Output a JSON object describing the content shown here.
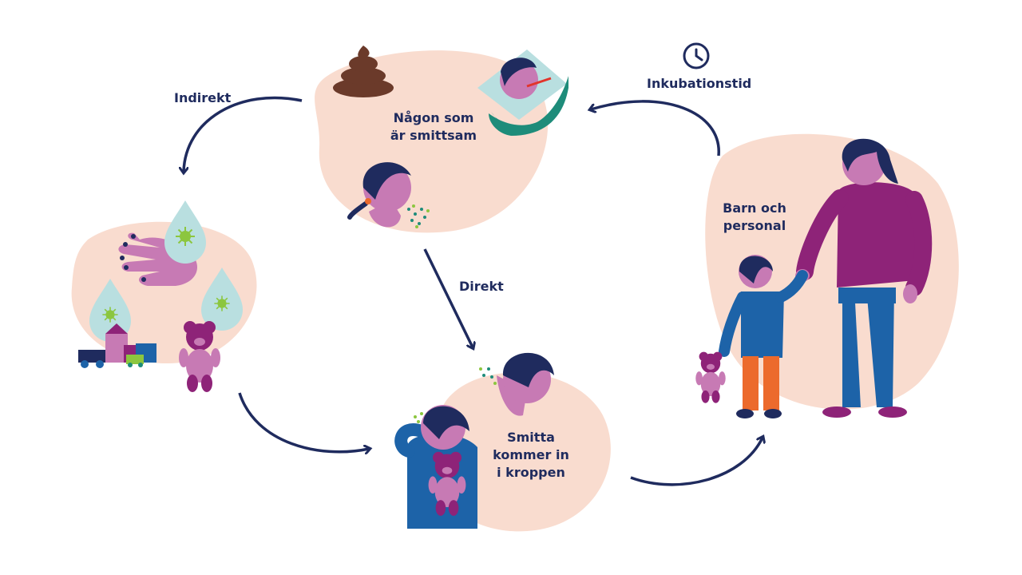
{
  "colors": {
    "blob": "#f9dccf",
    "navy": "#1f2b5e",
    "purple": "#8e2378",
    "pink": "#c77ab4",
    "blue": "#1d63a8",
    "orange": "#ec6a2c",
    "teal": "#1e8c7a",
    "droplet": "#b9dfe0",
    "virus": "#8cc63f",
    "poop": "#6b3a2a"
  },
  "labels": {
    "indirect": "Indirekt",
    "direct": "Direkt",
    "incubation": "Inkubationstid",
    "source_line1": "Någon som",
    "source_line2": "är smittsam",
    "body_line1": "Smitta",
    "body_line2": "kommer in",
    "body_line3": "i kroppen",
    "people_line1": "Barn och",
    "people_line2": "personal"
  },
  "icons": [
    "clock-icon",
    "poop-icon",
    "sick-child-in-bed-icon",
    "sneezing-child-icon",
    "hand-icon",
    "virus-droplet-icon",
    "teddy-bear-icon",
    "toy-blocks-icon",
    "child-touching-face-icon",
    "adult-and-child-icon"
  ]
}
